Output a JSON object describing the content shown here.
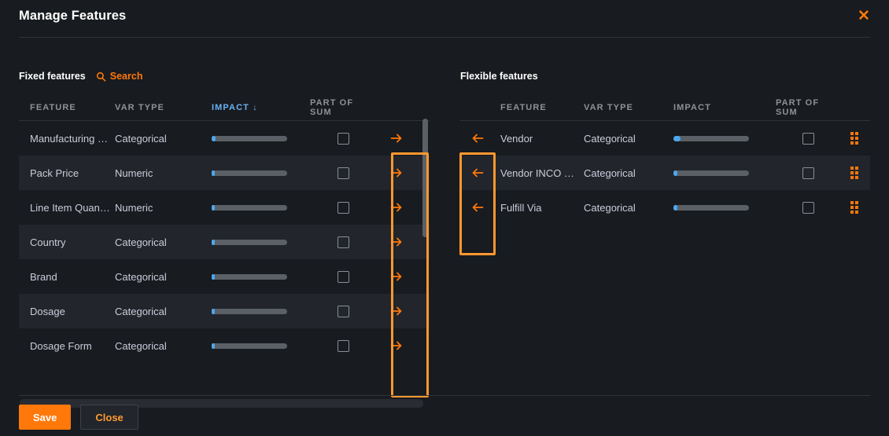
{
  "dialog": {
    "title": "Manage Features",
    "close_icon": "close-x-icon"
  },
  "left_panel": {
    "caption": "Fixed features",
    "search_label": "Search",
    "columns": [
      "FEATURE",
      "VAR TYPE",
      "IMPACT ↓",
      "PART OF SUM"
    ],
    "sorted_column": "IMPACT",
    "sort_direction": "desc",
    "rows": [
      {
        "feature": "Manufacturing …",
        "var_type": "Categorical",
        "impact_pct": 5,
        "part_of_sum": false,
        "action": "move-right"
      },
      {
        "feature": "Pack Price",
        "var_type": "Numeric",
        "impact_pct": 4,
        "part_of_sum": false,
        "action": "move-right"
      },
      {
        "feature": "Line Item Quan…",
        "var_type": "Numeric",
        "impact_pct": 4,
        "part_of_sum": false,
        "action": "move-right"
      },
      {
        "feature": "Country",
        "var_type": "Categorical",
        "impact_pct": 4,
        "part_of_sum": false,
        "action": "move-right"
      },
      {
        "feature": "Brand",
        "var_type": "Categorical",
        "impact_pct": 4,
        "part_of_sum": false,
        "action": "move-right"
      },
      {
        "feature": "Dosage",
        "var_type": "Categorical",
        "impact_pct": 4,
        "part_of_sum": false,
        "action": "move-right"
      },
      {
        "feature": "Dosage Form",
        "var_type": "Categorical",
        "impact_pct": 4,
        "part_of_sum": false,
        "action": "move-right"
      }
    ]
  },
  "right_panel": {
    "caption": "Flexible features",
    "columns": [
      "FEATURE",
      "VAR TYPE",
      "IMPACT",
      "PART OF SUM"
    ],
    "rows": [
      {
        "feature": "Vendor",
        "var_type": "Categorical",
        "impact_pct": 9,
        "part_of_sum": false,
        "action": "move-left"
      },
      {
        "feature": "Vendor INCO …",
        "var_type": "Categorical",
        "impact_pct": 5,
        "part_of_sum": false,
        "action": "move-left"
      },
      {
        "feature": "Fulfill Via",
        "var_type": "Categorical",
        "impact_pct": 5,
        "part_of_sum": false,
        "action": "move-left"
      }
    ]
  },
  "footer": {
    "save_label": "Save",
    "close_label": "Close"
  },
  "colors": {
    "accent": "#ff780a",
    "highlight": "#ff9830",
    "impact_bar": "#4ca7f0",
    "bar_track": "#5a6066",
    "panel_bg": "#181b1f",
    "row_alt_bg": "#22252b"
  }
}
